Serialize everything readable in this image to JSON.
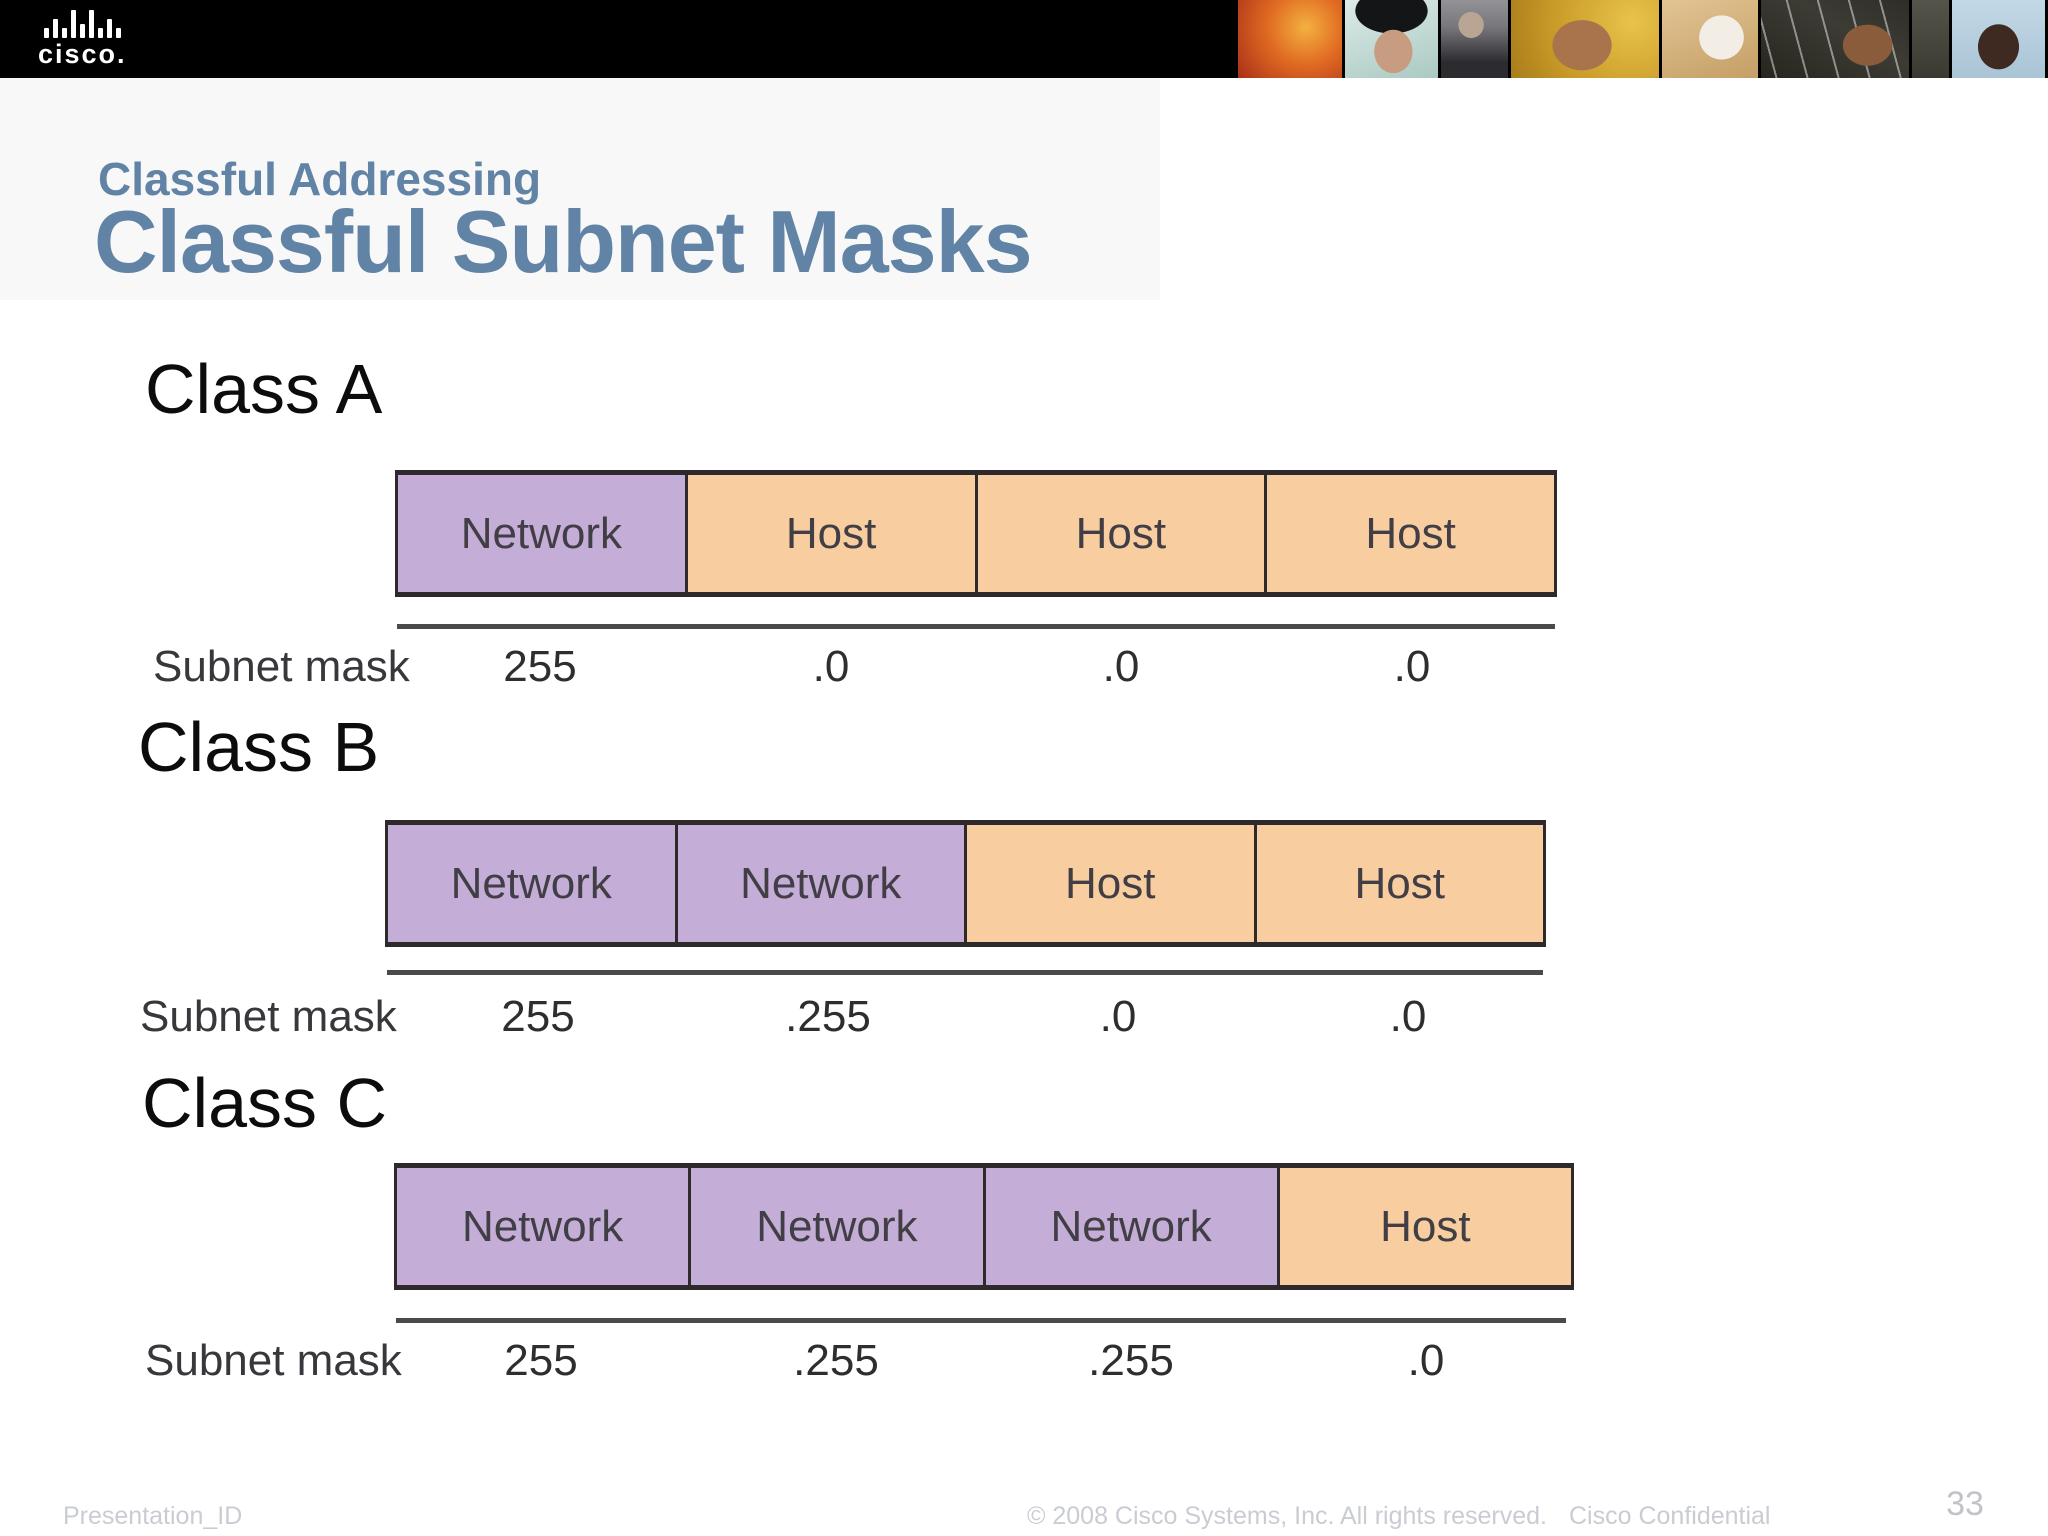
{
  "header": {
    "logo_text": "cisco.",
    "photos": [
      "abstract-fire-texture",
      "portrait-woman-dark-hair",
      "man-in-suit",
      "woman-closeup-honeycomb",
      "person-white-headscarf",
      "woman-chalkboard",
      "dark-sliver",
      "man-blue-background",
      "person-green-cap"
    ]
  },
  "titles": {
    "pretitle": "Classful Addressing",
    "title": "Classful Subnet Masks"
  },
  "subnet_mask_label": "Subnet mask",
  "classes": [
    {
      "name": "Class A",
      "segments": [
        "Network",
        "Host",
        "Host",
        "Host"
      ],
      "mask": [
        "255",
        ".0",
        ".0",
        ".0"
      ]
    },
    {
      "name": "Class B",
      "segments": [
        "Network",
        "Network",
        "Host",
        "Host"
      ],
      "mask": [
        "255",
        ".255",
        ".0",
        ".0"
      ]
    },
    {
      "name": "Class C",
      "segments": [
        "Network",
        "Network",
        "Network",
        "Host"
      ],
      "mask": [
        "255",
        ".255",
        ".255",
        ".0"
      ]
    }
  ],
  "footer": {
    "presentation_id": "Presentation_ID",
    "copyright": "© 2008 Cisco Systems, Inc. All rights reserved.",
    "confidential": "Cisco Confidential",
    "page_number": "33"
  },
  "colors": {
    "network_purple": "#C4ADD6",
    "host_peach": "#F8CD9F",
    "title_blue": "#6183A6",
    "header_black": "#000000",
    "footer_gray": "#CACCD3"
  }
}
